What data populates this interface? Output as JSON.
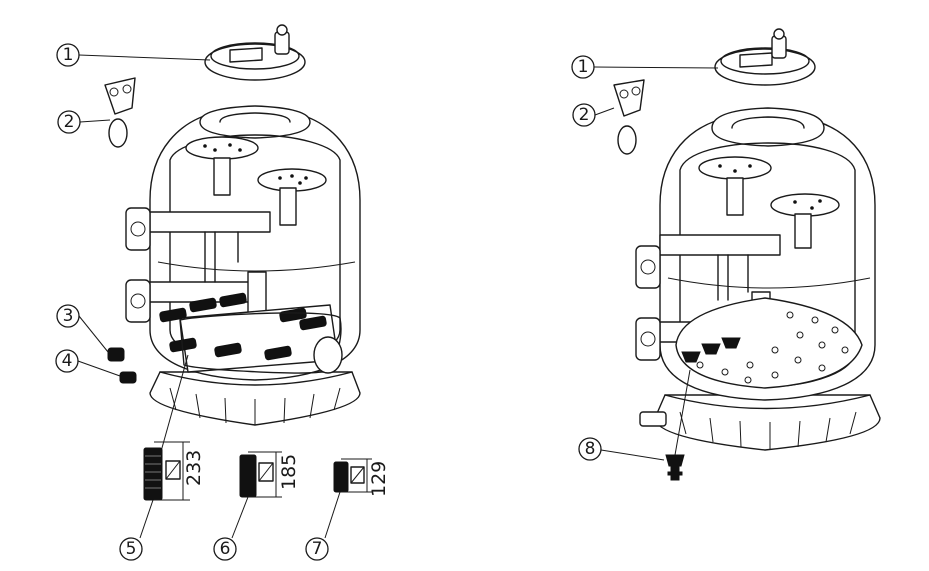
{
  "callouts": {
    "left": [
      "1",
      "2",
      "3",
      "4",
      "5",
      "6",
      "7"
    ],
    "right": [
      "1",
      "2",
      "8"
    ]
  },
  "dimensions": {
    "lateral_5": "233",
    "lateral_6": "185",
    "lateral_7": "129"
  },
  "colors": {
    "line": "#1a1a1a",
    "fill": "#ffffff",
    "dark_part": "#111111"
  }
}
